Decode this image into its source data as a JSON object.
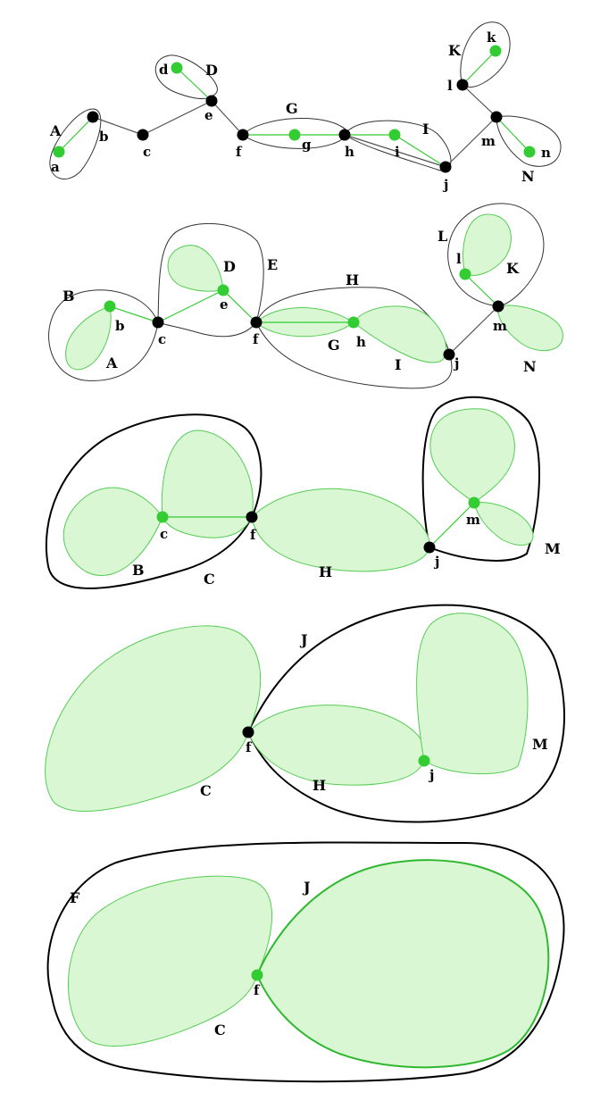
{
  "colors": {
    "node_black": "#000000",
    "node_green": "#33cc33",
    "edge_gray": "#555555",
    "edge_green": "#33cc33",
    "fill_green": "#d9f7d2",
    "stroke_green": "#55cc55",
    "outline": "#333333",
    "outline_strong": "#000000",
    "background": "#ffffff"
  },
  "panels": [
    {
      "id": "panel1",
      "regions": [
        {
          "label": "A",
          "style": "outline"
        },
        {
          "label": "D",
          "style": "outline"
        },
        {
          "label": "G",
          "style": "outline"
        },
        {
          "label": "I",
          "style": "outline"
        },
        {
          "label": "K",
          "style": "outline"
        },
        {
          "label": "N",
          "style": "outline"
        }
      ],
      "edges": [
        {
          "from": "b",
          "to": "a",
          "color": "green"
        },
        {
          "from": "b",
          "to": "c",
          "color": "gray"
        },
        {
          "from": "c",
          "to": "e",
          "color": "gray"
        },
        {
          "from": "e",
          "to": "d",
          "color": "green"
        },
        {
          "from": "e",
          "to": "f",
          "color": "gray"
        },
        {
          "from": "f",
          "to": "g",
          "color": "green"
        },
        {
          "from": "g",
          "to": "h",
          "color": "green"
        },
        {
          "from": "h",
          "to": "i",
          "color": "green"
        },
        {
          "from": "i",
          "to": "j",
          "color": "green"
        },
        {
          "from": "h",
          "to": "j",
          "color": "gray"
        },
        {
          "from": "j",
          "to": "m",
          "color": "gray"
        },
        {
          "from": "m",
          "to": "l",
          "color": "gray"
        },
        {
          "from": "l",
          "to": "k",
          "color": "green"
        },
        {
          "from": "m",
          "to": "n",
          "color": "green"
        }
      ],
      "nodes": [
        {
          "label": "a",
          "color": "green"
        },
        {
          "label": "b",
          "color": "black"
        },
        {
          "label": "c",
          "color": "black"
        },
        {
          "label": "d",
          "color": "green"
        },
        {
          "label": "e",
          "color": "black"
        },
        {
          "label": "f",
          "color": "black"
        },
        {
          "label": "g",
          "color": "green"
        },
        {
          "label": "h",
          "color": "black"
        },
        {
          "label": "i",
          "color": "green"
        },
        {
          "label": "j",
          "color": "black"
        },
        {
          "label": "k",
          "color": "green"
        },
        {
          "label": "l",
          "color": "black"
        },
        {
          "label": "m",
          "color": "black"
        },
        {
          "label": "n",
          "color": "green"
        }
      ]
    },
    {
      "id": "panel2",
      "regions": [
        {
          "label": "A",
          "style": "filled"
        },
        {
          "label": "B",
          "style": "outline"
        },
        {
          "label": "D",
          "style": "filled"
        },
        {
          "label": "E",
          "style": "outline"
        },
        {
          "label": "G",
          "style": "filled"
        },
        {
          "label": "I",
          "style": "filled"
        },
        {
          "label": "H",
          "style": "outline"
        },
        {
          "label": "K",
          "style": "filled"
        },
        {
          "label": "L",
          "style": "outline"
        },
        {
          "label": "N",
          "style": "filled"
        }
      ],
      "edges": [
        {
          "from": "b",
          "to": "c",
          "color": "green"
        },
        {
          "from": "c",
          "to": "e",
          "color": "green"
        },
        {
          "from": "e",
          "to": "f",
          "color": "green"
        },
        {
          "from": "f",
          "to": "h",
          "color": "green"
        },
        {
          "from": "j",
          "to": "m",
          "color": "gray"
        },
        {
          "from": "m",
          "to": "l",
          "color": "green"
        }
      ],
      "nodes": [
        {
          "label": "b",
          "color": "green"
        },
        {
          "label": "c",
          "color": "black"
        },
        {
          "label": "e",
          "color": "green"
        },
        {
          "label": "f",
          "color": "black"
        },
        {
          "label": "h",
          "color": "green"
        },
        {
          "label": "j",
          "color": "black"
        },
        {
          "label": "l",
          "color": "green"
        },
        {
          "label": "m",
          "color": "black"
        }
      ]
    },
    {
      "id": "panel3",
      "regions": [
        {
          "label": "B",
          "style": "filled"
        },
        {
          "label": "C",
          "style": "outline_strong"
        },
        {
          "label": "H",
          "style": "filled"
        },
        {
          "label": "M",
          "style": "outline_strong"
        }
      ],
      "edges": [
        {
          "from": "c",
          "to": "f",
          "color": "green"
        },
        {
          "from": "j",
          "to": "m",
          "color": "green"
        }
      ],
      "nodes": [
        {
          "label": "c",
          "color": "green"
        },
        {
          "label": "f",
          "color": "black"
        },
        {
          "label": "j",
          "color": "black"
        },
        {
          "label": "m",
          "color": "green"
        }
      ]
    },
    {
      "id": "panel4",
      "regions": [
        {
          "label": "C",
          "style": "filled"
        },
        {
          "label": "H",
          "style": "filled"
        },
        {
          "label": "M",
          "style": "filled"
        },
        {
          "label": "J",
          "style": "outline_strong"
        }
      ],
      "edges": [],
      "nodes": [
        {
          "label": "f",
          "color": "black"
        },
        {
          "label": "j",
          "color": "green"
        }
      ]
    },
    {
      "id": "panel5",
      "regions": [
        {
          "label": "C",
          "style": "filled"
        },
        {
          "label": "J",
          "style": "filled_strong"
        },
        {
          "label": "F",
          "style": "outline_strong"
        }
      ],
      "edges": [],
      "nodes": [
        {
          "label": "f",
          "color": "green"
        }
      ]
    }
  ]
}
